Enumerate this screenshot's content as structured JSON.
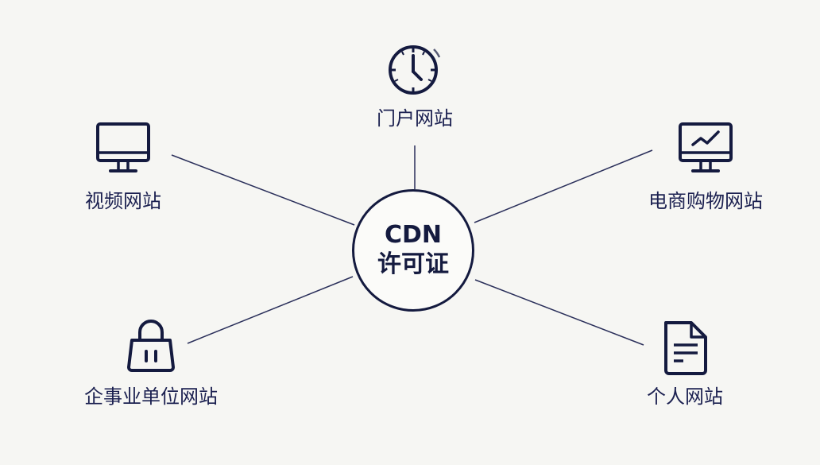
{
  "diagram": {
    "type": "hub-and-spoke",
    "center": {
      "line1": "CDN",
      "line2": "许可证"
    },
    "nodes": [
      {
        "id": "portal",
        "label": "门户网站",
        "icon": "clock-icon"
      },
      {
        "id": "video",
        "label": "视频网站",
        "icon": "monitor-icon"
      },
      {
        "id": "ecommerce",
        "label": "电商购物网站",
        "icon": "monitor-chart-icon"
      },
      {
        "id": "enterprise",
        "label": "企事业单位网站",
        "icon": "shopping-bag-icon"
      },
      {
        "id": "personal",
        "label": "个人网站",
        "icon": "document-icon"
      }
    ],
    "colors": {
      "stroke": "#141a3f",
      "text": "#1b2050",
      "background": "#f6f6f3"
    }
  }
}
